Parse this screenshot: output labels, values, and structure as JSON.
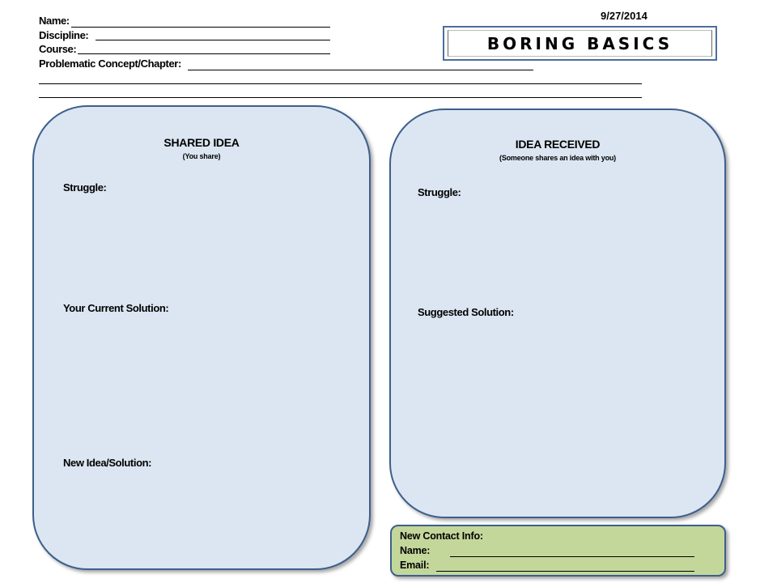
{
  "header": {
    "date": "9/27/2014",
    "title": "BORING BASICS",
    "name_label": "Name:",
    "discipline_label": "Discipline:",
    "course_label": "Course:",
    "concept_label": "Problematic Concept/Chapter:"
  },
  "shared": {
    "title": "SHARED IDEA",
    "subtitle": "(You share)",
    "struggle": "Struggle:",
    "current_solution": "Your Current Solution:",
    "new_idea": "New Idea/Solution:"
  },
  "received": {
    "title": "IDEA RECEIVED",
    "subtitle": "(Someone shares an idea with you)",
    "struggle": "Struggle:",
    "suggested_solution": "Suggested Solution:"
  },
  "contact": {
    "heading": "New Contact Info:",
    "name_label": "Name:",
    "email_label": "Email:"
  }
}
